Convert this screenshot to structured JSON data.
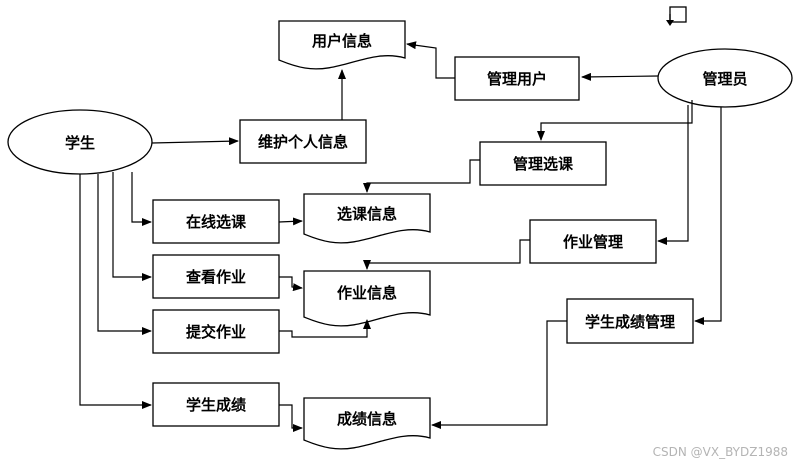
{
  "actors": {
    "student": "学生",
    "admin": "管理员"
  },
  "processes": {
    "maintain_info": "维护个人信息",
    "manage_users": "管理用户",
    "manage_courses": "管理选课",
    "online_select": "在线选课",
    "view_homework": "查看作业",
    "submit_homework": "提交作业",
    "student_grades": "学生成绩",
    "homework_manage": "作业管理",
    "grade_manage": "学生成绩管理"
  },
  "stores": {
    "user_info": "用户信息",
    "course_info": "选课信息",
    "homework_info": "作业信息",
    "grade_info": "成绩信息"
  },
  "watermark": "CSDN @VX_BYDZ1988"
}
